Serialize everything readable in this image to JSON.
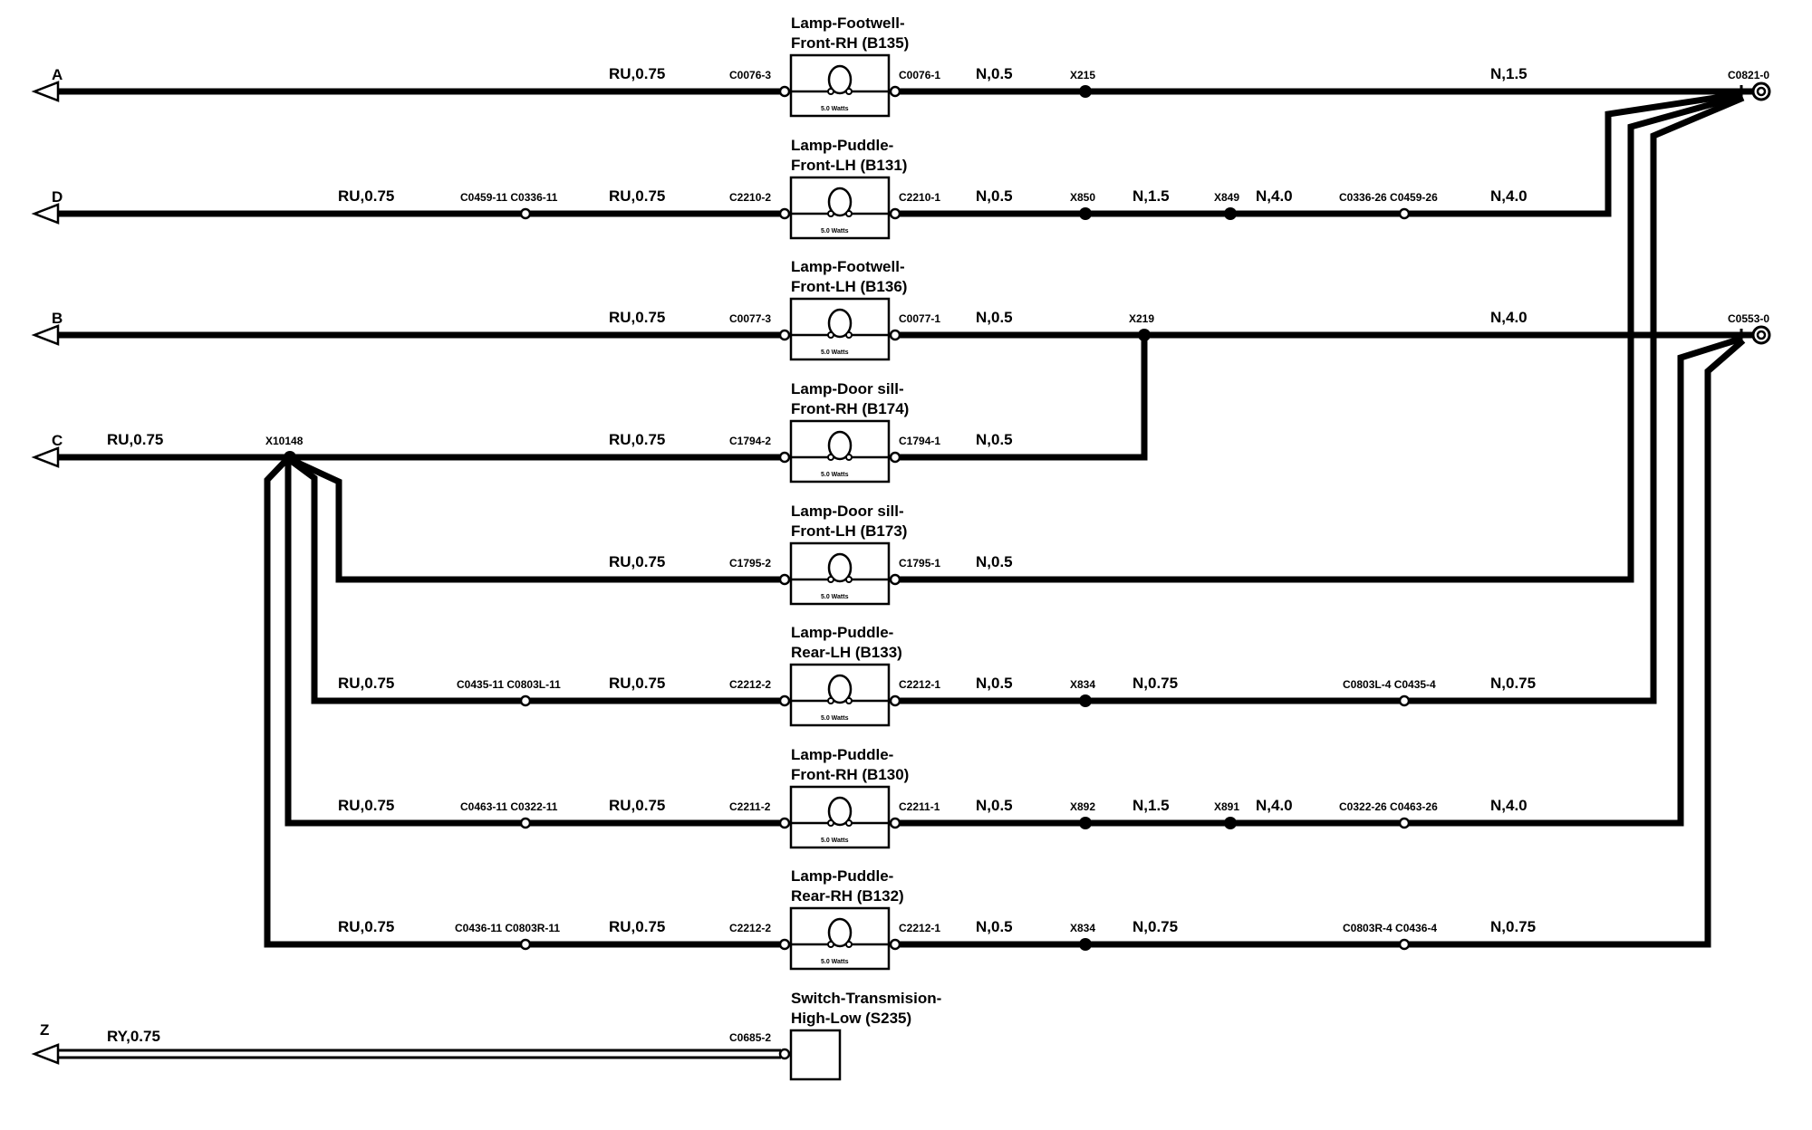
{
  "terminals": [
    {
      "letter": "A"
    },
    {
      "letter": "D"
    },
    {
      "letter": "B"
    },
    {
      "letter": "C"
    },
    {
      "letter": "Z"
    }
  ],
  "rows": [
    {
      "component": [
        "Lamp-Footwell-",
        "Front-RH (B135)"
      ],
      "watts": "5.0 Watts",
      "left_wire": "RU,0.75",
      "left_conn": "C0076-3",
      "right_conn": "C0076-1",
      "right_wire": "N,0.5",
      "splice": "X215",
      "far_wire": "N,1.5"
    },
    {
      "component": [
        "Lamp-Puddle-",
        "Front-LH (B131)"
      ],
      "watts": "5.0 Watts",
      "outer_wire": "RU,0.75",
      "inline_left": "C0459-11 C0336-11",
      "left_wire": "RU,0.75",
      "left_conn": "C2210-2",
      "right_conn": "C2210-1",
      "right_wire": "N,0.5",
      "splice1": "X850",
      "mid_wire": "N,1.5",
      "splice2": "X849",
      "mid_wire2": "N,4.0",
      "inline_right": "C0336-26 C0459-26",
      "far_wire": "N,4.0"
    },
    {
      "component": [
        "Lamp-Footwell-",
        "Front-LH (B136)"
      ],
      "watts": "5.0 Watts",
      "left_wire": "RU,0.75",
      "left_conn": "C0077-3",
      "right_conn": "C0077-1",
      "right_wire": "N,0.5",
      "splice": "X219",
      "far_wire": "N,4.0"
    },
    {
      "component": [
        "Lamp-Door sill-",
        "Front-RH (B174)"
      ],
      "watts": "5.0 Watts",
      "outer_wire": "RU,0.75",
      "splice_left": "X10148",
      "left_wire": "RU,0.75",
      "left_conn": "C1794-2",
      "right_conn": "C1794-1",
      "right_wire": "N,0.5"
    },
    {
      "component": [
        "Lamp-Door sill-",
        "Front-LH (B173)"
      ],
      "watts": "5.0 Watts",
      "left_wire": "RU,0.75",
      "left_conn": "C1795-2",
      "right_conn": "C1795-1",
      "right_wire": "N,0.5"
    },
    {
      "component": [
        "Lamp-Puddle-",
        "Rear-LH (B133)"
      ],
      "watts": "5.0 Watts",
      "outer_wire": "RU,0.75",
      "inline_left": "C0435-11 C0803L-11",
      "left_wire": "RU,0.75",
      "left_conn": "C2212-2",
      "right_conn": "C2212-1",
      "right_wire": "N,0.5",
      "splice1": "X834",
      "mid_wire": "N,0.75",
      "inline_right": "C0803L-4 C0435-4",
      "far_wire": "N,0.75"
    },
    {
      "component": [
        "Lamp-Puddle-",
        "Front-RH (B130)"
      ],
      "watts": "5.0 Watts",
      "outer_wire": "RU,0.75",
      "inline_left": "C0463-11 C0322-11",
      "left_wire": "RU,0.75",
      "left_conn": "C2211-2",
      "right_conn": "C2211-1",
      "right_wire": "N,0.5",
      "splice1": "X892",
      "mid_wire": "N,1.5",
      "splice2": "X891",
      "mid_wire2": "N,4.0",
      "inline_right": "C0322-26 C0463-26",
      "far_wire": "N,4.0"
    },
    {
      "component": [
        "Lamp-Puddle-",
        "Rear-RH (B132)"
      ],
      "watts": "5.0 Watts",
      "outer_wire": "RU,0.75",
      "inline_left": "C0436-11 C0803R-11",
      "left_wire": "RU,0.75",
      "left_conn": "C2212-2",
      "right_conn": "C2212-1",
      "right_wire": "N,0.5",
      "splice1": "X834",
      "mid_wire": "N,0.75",
      "inline_right": "C0803R-4 C0436-4",
      "far_wire": "N,0.75"
    }
  ],
  "switch_row": {
    "component": [
      "Switch-Transmision-",
      "High-Low (S235)"
    ],
    "wire": "RY,0.75",
    "conn": "C0685-2"
  },
  "grounds": {
    "upper": "C0821-0",
    "lower": "C0553-0"
  }
}
